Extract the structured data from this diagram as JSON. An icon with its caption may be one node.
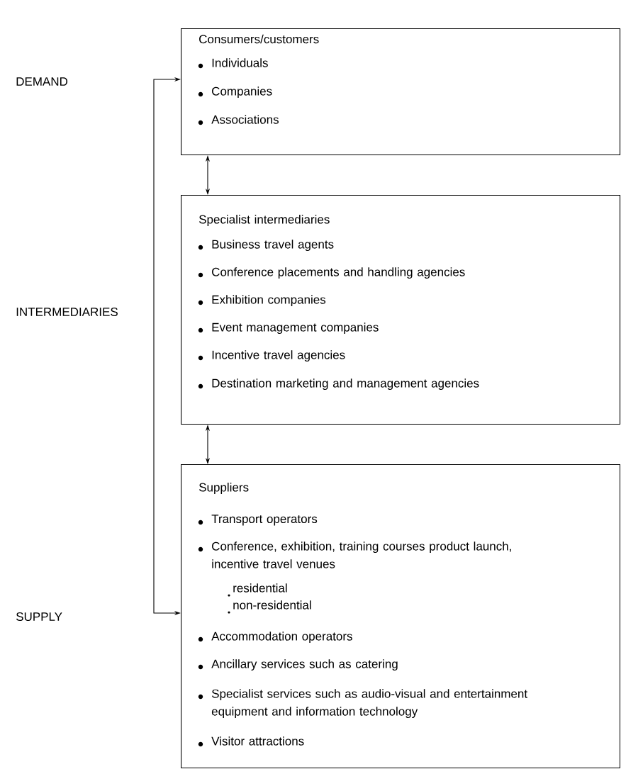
{
  "diagram": {
    "nodes": [
      {
        "text": [
          "Consumers/customers",
          "Individuals",
          "Companies",
          "Associations"
        ]
      },
      {
        "text": [
          "Specialist intermediaries",
          "Business travel agents",
          "Conference placements and handling agencies",
          "Exhibition companies",
          "Event management companies",
          "Incentive travel agencies",
          "Destination marketing and management agencies"
        ]
      },
      {
        "text": [
          "Suppliers",
          "Transport operators",
          "Conference, exhibition, training courses product launch, incentive travel venues",
          "residential",
          "non-residential",
          "Accommodation operators",
          "Ancillary services such as catering",
          "Specialist services such as audio-visual and entertainment equipment and information technology",
          "Visitor attractions"
        ]
      }
    ],
    "edges": [
      {
        "from": 0,
        "to": 1,
        "arrow": "both"
      },
      {
        "from": 1,
        "to": 2,
        "arrow": "both"
      },
      {
        "from": 0,
        "to": 2,
        "arrow": "both"
      }
    ],
    "labels": [
      "DEMAND",
      "INTERMEDIARIES",
      "SUPPLY"
    ]
  }
}
